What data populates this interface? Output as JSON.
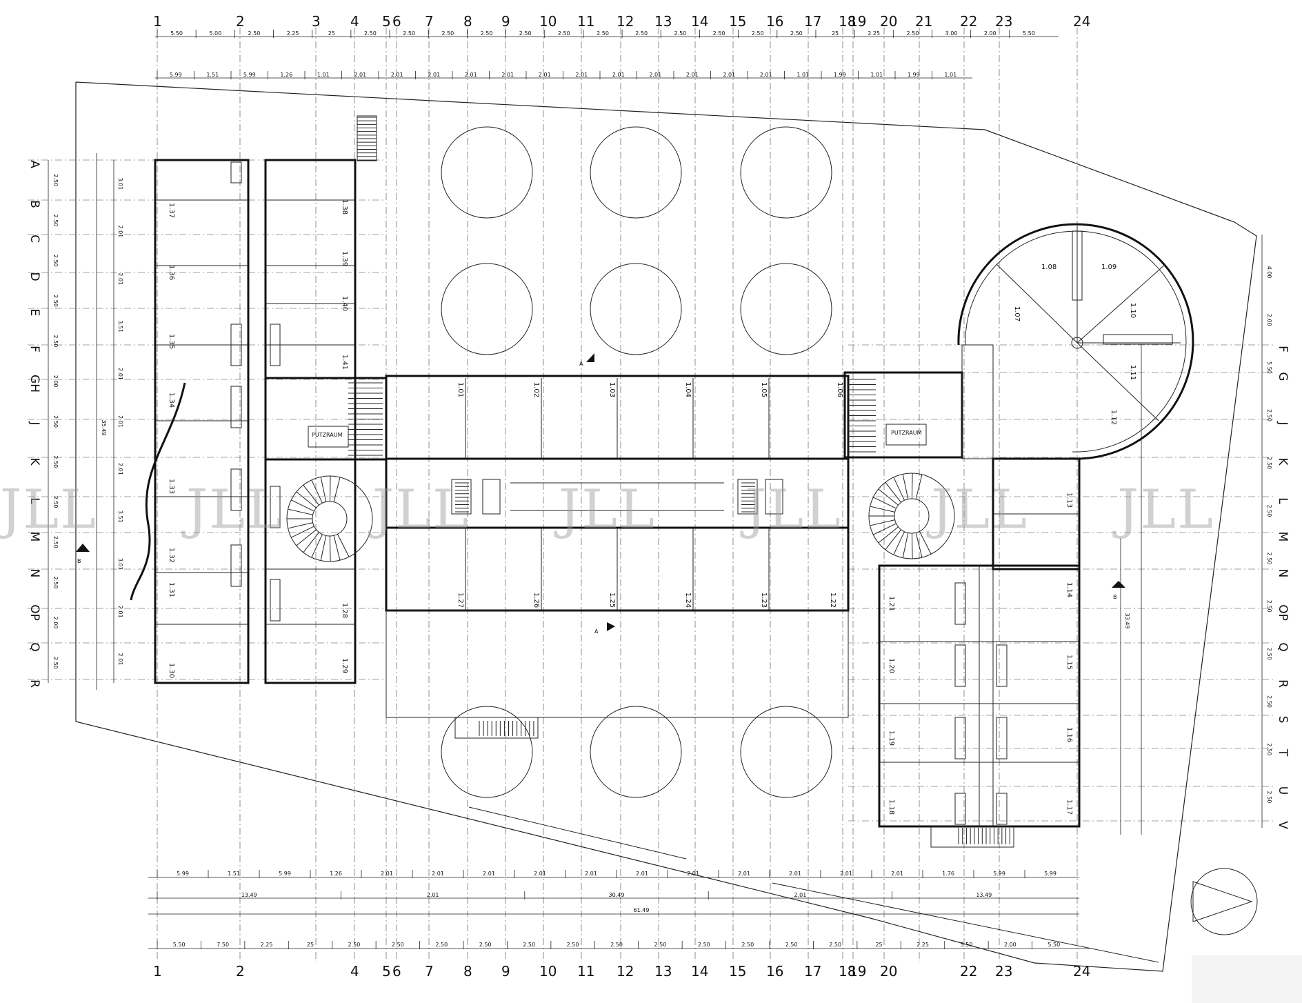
{
  "drawing": {
    "columns": [
      "1",
      "2",
      "3",
      "4",
      "5",
      "6",
      "7",
      "8",
      "9",
      "10",
      "11",
      "12",
      "13",
      "14",
      "15",
      "16",
      "17",
      "18",
      "19",
      "20",
      "21",
      "22",
      "23",
      "24"
    ],
    "bottom_columns": [
      "1",
      "2",
      "4",
      "5",
      "6",
      "7",
      "8",
      "9",
      "10",
      "11",
      "12",
      "13",
      "14",
      "15",
      "16",
      "17",
      "18",
      "19",
      "20",
      "22",
      "23",
      "24"
    ],
    "rows_left": [
      "A",
      "B",
      "C",
      "D",
      "E",
      "F",
      "GH",
      "J",
      "K",
      "L",
      "M",
      "N",
      "OP",
      "Q",
      "R"
    ],
    "rows_right": [
      "F",
      "G",
      "J",
      "K",
      "L",
      "M",
      "N",
      "OP",
      "Q",
      "R",
      "S",
      "T",
      "U",
      "V"
    ],
    "top_dims_1": [
      "5.50",
      "5.00",
      "2.50",
      "2.25",
      "25",
      "2.50",
      "2.50",
      "2.50",
      "2.50",
      "2.50",
      "2.50",
      "2.50",
      "2.50",
      "2.50",
      "2.50",
      "2.50",
      "2.50",
      "25",
      "2.25",
      "2.50",
      "3.00",
      "2.00",
      "5.50"
    ],
    "top_dims_2": [
      "5.99",
      "1.51",
      "5.99",
      "1.26",
      "1.01",
      "2.01",
      "2.01",
      "2.01",
      "2.01",
      "2.01",
      "2.01",
      "2.01",
      "2.01",
      "2.01",
      "2.01",
      "2.01",
      "2.01",
      "1.01",
      "1.99",
      "1.01",
      "1.99",
      "1.01"
    ],
    "bottom_dims_1": [
      "5.99",
      "1.51",
      "5.99",
      "1.26",
      "2.01",
      "2.01",
      "2.01",
      "2.01",
      "2.01",
      "2.01",
      "2.01",
      "2.01",
      "2.01",
      "2.01",
      "2.01",
      "1.76",
      "5.99",
      "5.99"
    ],
    "bottom_dims_2": [
      "13.49",
      "2.01",
      "30.49",
      "2.01",
      "13.49"
    ],
    "bottom_total": "61.49",
    "bottom_dims_3": [
      "5.50",
      "7.50",
      "2.25",
      "25",
      "2.50",
      "2.50",
      "2.50",
      "2.50",
      "2.50",
      "2.50",
      "2.50",
      "2.50",
      "2.50",
      "2.50",
      "2.50",
      "2.50",
      "25",
      "2.25",
      "5.50",
      "2.00",
      "5.50"
    ],
    "left_dims": [
      "2.50",
      "2.50",
      "2.50",
      "2.50",
      "2.50",
      "2.00",
      "2.50",
      "2.50",
      "2.50",
      "2.50",
      "2.50",
      "2.00",
      "2.50"
    ],
    "left_dims_inner": [
      "3.01",
      "2.01",
      "2.01",
      "3.51",
      "2.01",
      "2.01",
      "2.01",
      "3.51",
      "3.01",
      "2.01",
      "2.01"
    ],
    "left_total": "35.49",
    "right_dims": [
      "4.00",
      "2.00",
      "5.50",
      "2.50",
      "2.50",
      "2.50",
      "2.50",
      "2.50",
      "2.50",
      "2.50",
      "2.50",
      "2.50"
    ],
    "right_total": "33.49",
    "rooms": {
      "left_wing": [
        "1.37",
        "1.36",
        "1.35",
        "1.34",
        "1.33",
        "1.32",
        "1.31",
        "1.30"
      ],
      "left_inner": [
        "1.38",
        "1.39",
        "1.40",
        "1.41",
        "1.28",
        "1.29"
      ],
      "north_row": [
        "1.01",
        "1.02",
        "1.03",
        "1.04",
        "1.05",
        "1.06"
      ],
      "south_row": [
        "1.27",
        "1.26",
        "1.25",
        "1.24",
        "1.23",
        "1.22"
      ],
      "round_tower": [
        "1.08",
        "1.09",
        "1.07",
        "1.10",
        "1.11",
        "1.12"
      ],
      "right_wing_outer": [
        "1.13",
        "1.14",
        "1.15",
        "1.16",
        "1.17"
      ],
      "right_wing_inner": [
        "1.21",
        "1.20",
        "1.19",
        "1.18"
      ]
    },
    "labels": {
      "putzraum_left": "PUTZRAUM",
      "putzraum_right": "PUTZRAUM",
      "section_a": "A",
      "section_b": "B"
    },
    "watermark": "JLL"
  }
}
